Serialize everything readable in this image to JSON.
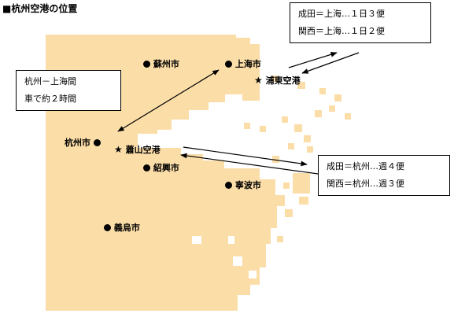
{
  "title": "■杭州空港の位置",
  "colors": {
    "land": "#FBDDA8",
    "water": "#FFFFFF",
    "line": "#000000"
  },
  "cities": {
    "suzhou": "蘇州市",
    "shanghai": "上海市",
    "pudong": "浦東空港",
    "hangzhou": "杭州市",
    "xiaoshan": "蕭山空港",
    "shaoxing": "紹興市",
    "ningbo": "寧波市",
    "yiwu": "義烏市"
  },
  "icons": {
    "city_marker": "filled-circle",
    "airport_marker": "star"
  },
  "boxes": {
    "shanghai_flights": {
      "line1": "成田＝上海…１日３便",
      "line2": "関西＝上海…１日２便"
    },
    "hangzhou_shanghai": {
      "line1": "杭州－上海間",
      "line2": "車で約２時間"
    },
    "hangzhou_flights": {
      "line1": "成田＝杭州…週４便",
      "line2": "関西＝杭州…週３便"
    }
  }
}
